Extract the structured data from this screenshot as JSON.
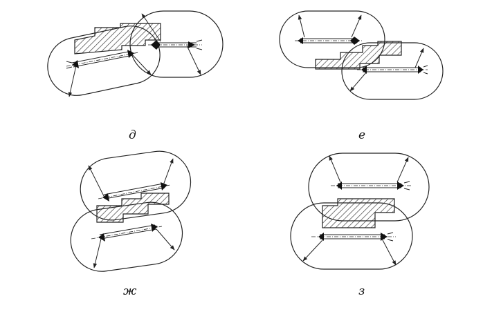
{
  "figure": {
    "panels": [
      {
        "id": "d",
        "label": "д"
      },
      {
        "id": "e",
        "label": "е"
      },
      {
        "id": "zh",
        "label": "ж"
      },
      {
        "id": "z",
        "label": "з"
      }
    ]
  }
}
